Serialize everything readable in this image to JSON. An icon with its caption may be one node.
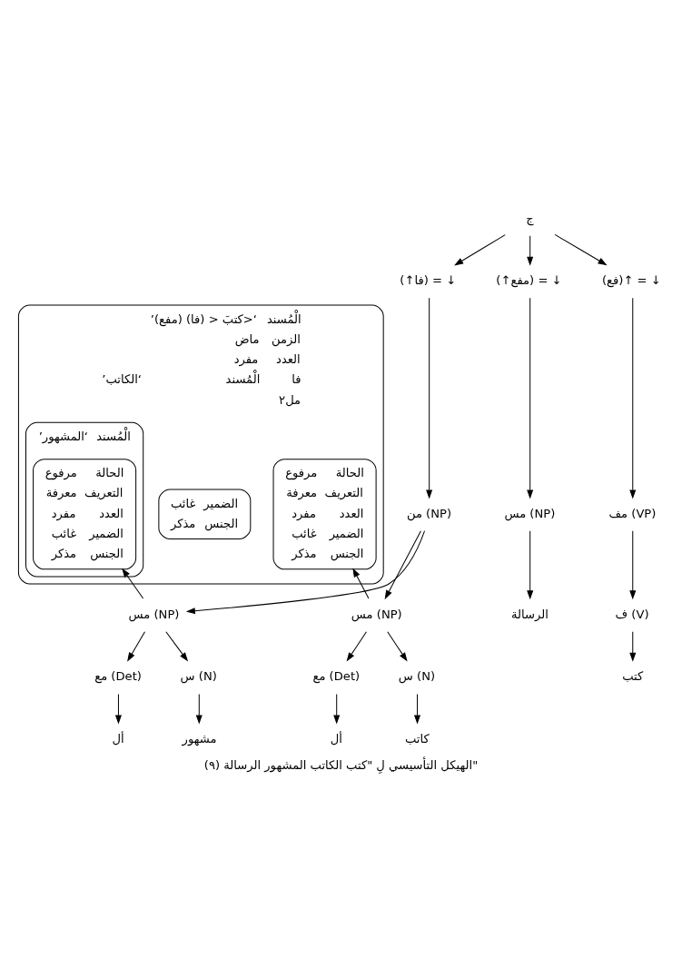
{
  "diagram": {
    "caption": "(٩) الهيكل التأسيسي لِ \"كتب الكاتب المشهور الرسالة\"",
    "nodes": [
      {
        "text": [
          "الْمُسند",
          "’كتبَ < (فا) (مفع)>‘",
          "الزمن",
          "ماض",
          "العدد",
          "مفرد",
          "فا",
          "الْمُسند",
          "’الكاتب‘",
          "مل٢"
        ]
      },
      {
        "text": [
          "الضمير",
          "غائب",
          "الجنس",
          "مذكر"
        ],
        "in": 0
      },
      {
        "text": [
          "الْمُسند",
          "’المشهور‘"
        ],
        "in": 0
      },
      {
        "text": [
          "الحالة",
          "مرفوع",
          "التعريف",
          "معرفة",
          "العدد",
          "مفرد",
          "الضمير",
          "غائب",
          "الجنس",
          "مذكر"
        ],
        "in": 0
      },
      {
        "text": [
          "الحالة",
          "مرفوع",
          "التعريف",
          "معرفة",
          "العدد",
          "مفرد",
          "الضمير",
          "غائب",
          "الجنس",
          "مذكر"
        ],
        "in": 2
      },
      {
        "text": [
          "ج"
        ]
      },
      {
        "text": [
          "(↑مفع) = ↓"
        ]
      },
      {
        "text": [
          "(↑فا) = ↓"
        ]
      },
      {
        "text": [
          "(فع)↑ = ↓"
        ]
      },
      {
        "text": [
          "مس (NP)"
        ]
      },
      {
        "text": [
          "الرسالة"
        ]
      },
      {
        "text": [
          "من (NP)"
        ]
      },
      {
        "text": [
          "مس (NP)"
        ]
      },
      {
        "text": [
          "مس (NP)"
        ]
      },
      {
        "text": [
          "س (N)"
        ]
      },
      {
        "text": [
          "مشهور"
        ]
      },
      {
        "text": [
          "مع (Det)"
        ]
      },
      {
        "text": [
          "أل"
        ]
      },
      {
        "text": [
          "س (N)"
        ]
      },
      {
        "text": [
          "كاتب"
        ]
      },
      {
        "text": [
          "مع (Det)"
        ]
      },
      {
        "text": [
          "أل"
        ]
      },
      {
        "text": [
          "مف (VP)"
        ]
      },
      {
        "text": [
          "ف (V)"
        ]
      },
      {
        "text": [
          "كتب"
        ]
      }
    ],
    "edges": [
      {
        "from": 5,
        "to": 6,
        "arrow": "to"
      },
      {
        "from": 5,
        "to": 7,
        "arrow": "to"
      },
      {
        "from": 5,
        "to": 8,
        "arrow": "to"
      },
      {
        "from": 6,
        "to": 9,
        "arrow": "to"
      },
      {
        "from": 9,
        "to": 10,
        "arrow": "to"
      },
      {
        "from": 7,
        "to": 11,
        "arrow": "to"
      },
      {
        "from": 11,
        "to": 12,
        "arrow": "to"
      },
      {
        "from": 11,
        "to": 13,
        "arrow": "to"
      },
      {
        "from": 12,
        "to": 14,
        "arrow": "to"
      },
      {
        "from": 14,
        "to": 15,
        "arrow": "to"
      },
      {
        "from": 12,
        "to": 16,
        "arrow": "to"
      },
      {
        "from": 16,
        "to": 17,
        "arrow": "to"
      },
      {
        "from": 13,
        "to": 18,
        "arrow": "to"
      },
      {
        "from": 18,
        "to": 19,
        "arrow": "to"
      },
      {
        "from": 13,
        "to": 20,
        "arrow": "to"
      },
      {
        "from": 20,
        "to": 21,
        "arrow": "to"
      },
      {
        "from": 8,
        "to": 22,
        "arrow": "to"
      },
      {
        "from": 22,
        "to": 23,
        "arrow": "to"
      },
      {
        "from": 23,
        "to": 24,
        "arrow": "to"
      },
      {
        "from": 12,
        "to": 4,
        "arrow": "to"
      },
      {
        "from": 13,
        "to": 3,
        "arrow": "to"
      }
    ]
  }
}
